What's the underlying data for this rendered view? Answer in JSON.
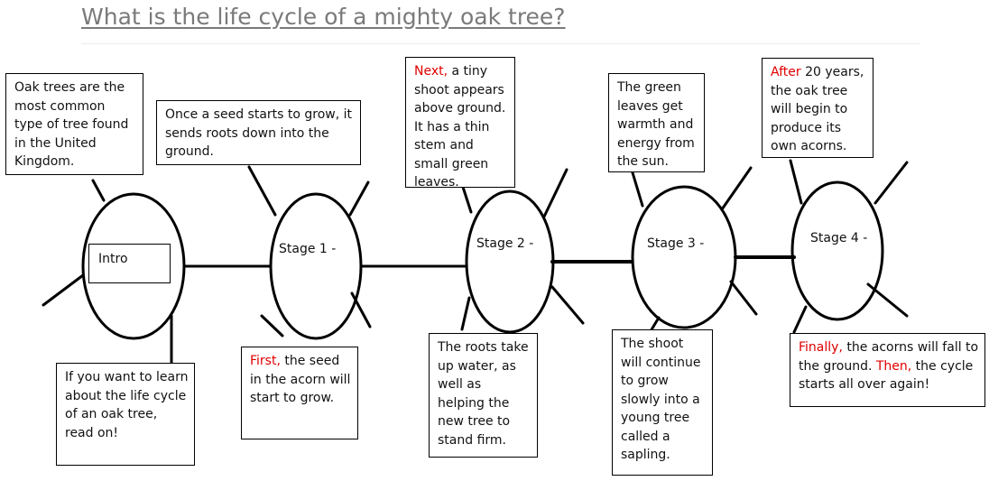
{
  "title": "What is the life cycle of a mighty oak tree?",
  "intro_label": "Intro",
  "stages": [
    {
      "label": "Stage 1 -"
    },
    {
      "label": "Stage 2 -"
    },
    {
      "label": "Stage 3 -"
    },
    {
      "label": "Stage 4 -"
    }
  ],
  "boxes": {
    "oak_common": "Oak trees are the most common type of tree found in the United Kingdom.",
    "seed_grow": "Once a seed starts to grow, it sends roots down into the ground.",
    "next_highlight": "Next,",
    "next_rest": " a tiny shoot appears above ground. It has a thin stem and small green leaves.",
    "green_leaves": "The green leaves get warmth and energy from the sun.",
    "after_highlight": "After",
    "after_rest": " 20 years, the oak tree will begin to produce its own acorns.",
    "intro_learn": "If you want to learn about the life cycle of an oak tree, read on!",
    "first_highlight": "First,",
    "first_rest": " the seed in the acorn will start to grow.",
    "roots_water": "The roots take up water, as well as helping the new tree to stand firm.",
    "shoot_continue": "The shoot will continue to grow slowly into a young tree called a sapling.",
    "finally_highlight": "Finally,",
    "finally_mid": " the acorns will fall to the ground. ",
    "then_highlight": "Then,",
    "finally_rest": " the cycle starts all over again!"
  },
  "colors": {
    "highlight": "#e00000",
    "title": "#7a7a7a",
    "stroke": "#000000"
  }
}
